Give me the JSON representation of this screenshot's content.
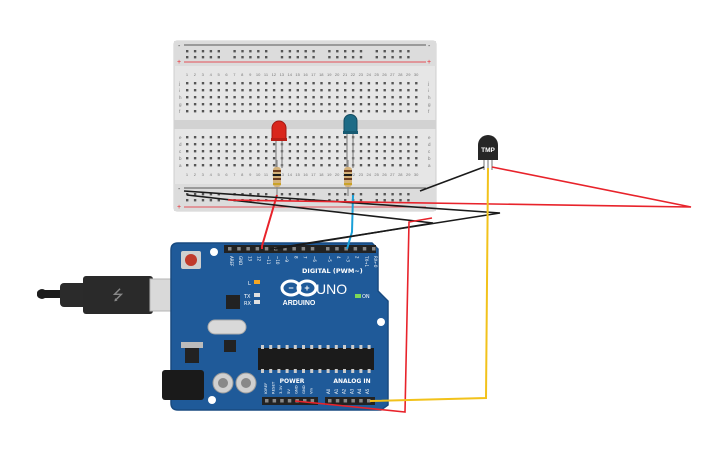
{
  "colors": {
    "background": "#ffffff",
    "breadboard": "#e6e6e6",
    "breadboard_rail": "#d9d9d9",
    "arduino": "#1f5a99",
    "arduino_dark": "#184a80",
    "wire_red": "#e8232b",
    "wire_black": "#1a1a1a",
    "wire_yellow": "#f2c21b",
    "wire_blue": "#1aa0d8",
    "led_red": "#d9261c",
    "led_blue": "#1d6b86",
    "sensor": "#262626"
  },
  "breadboard": {
    "columns_top": [
      "1",
      "2",
      "3",
      "4",
      "5",
      "6",
      "7",
      "8",
      "9",
      "10",
      "11",
      "12",
      "13",
      "14",
      "15",
      "16",
      "17",
      "18",
      "19",
      "20",
      "21",
      "22",
      "23",
      "24",
      "25",
      "26",
      "27",
      "28",
      "29",
      "30"
    ],
    "rows_upper": [
      "j",
      "i",
      "h",
      "g",
      "f"
    ],
    "rows_lower": [
      "e",
      "d",
      "c",
      "b",
      "a"
    ],
    "rail_minus": "-",
    "rail_plus": "+"
  },
  "sensor": {
    "label": "TMP"
  },
  "arduino": {
    "brand": "ARDUINO",
    "model": "UNO",
    "on_label": "ON",
    "l_label": "L",
    "tx_label": "TX",
    "rx_label": "RX",
    "digital_label": "DIGITAL (PWM~)",
    "power_label": "POWER",
    "analog_label": "ANALOG IN",
    "top_pins": [
      "AREF",
      "GND",
      "13",
      "12",
      "~11",
      "~10",
      "~9",
      "8",
      "7",
      "~6",
      "~5",
      "4",
      "~3",
      "2",
      "TX→1",
      "RX←0"
    ],
    "power_pins": [
      "IOREF",
      "RESET",
      "3.3V",
      "5V",
      "GND",
      "GND",
      "Vin"
    ],
    "analog_pins": [
      "A0",
      "A1",
      "A2",
      "A3",
      "A4",
      "A5"
    ]
  }
}
